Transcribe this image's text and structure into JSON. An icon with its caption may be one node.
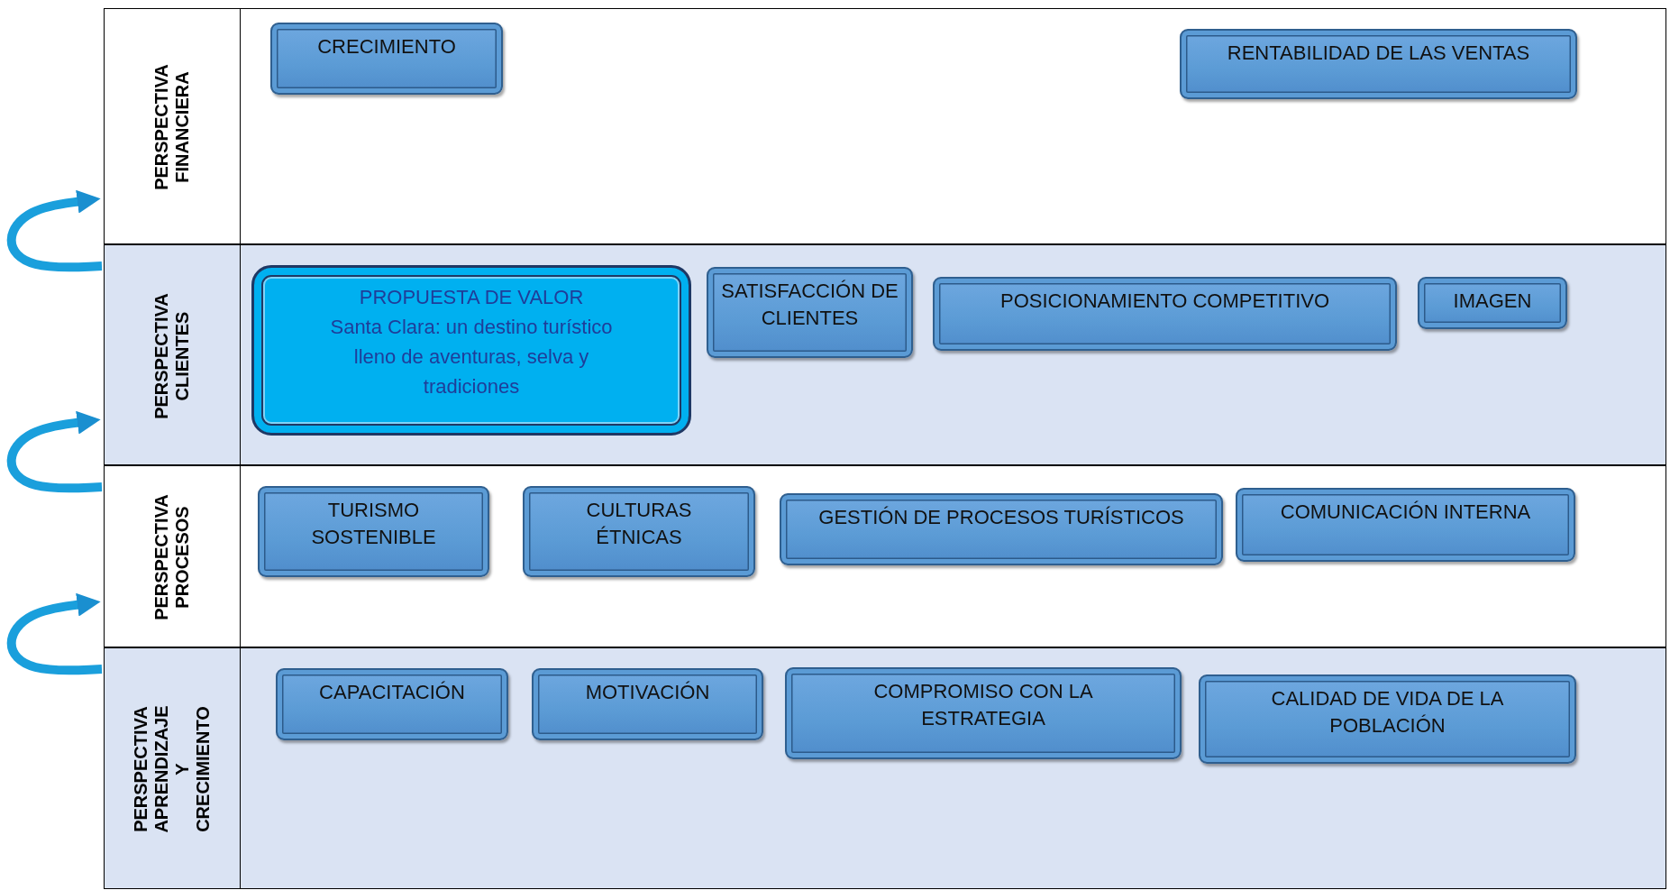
{
  "diagram": {
    "nodes": [
      {
        "text": [
          "PERSPECTIVA FINANCIERA"
        ]
      },
      {
        "text": [
          "CRECIMIENTO"
        ],
        "in": 0
      },
      {
        "text": [
          "RENTABILIDAD DE LAS VENTAS"
        ],
        "in": 0
      },
      {
        "text": [
          "PERSPECTIVA CLIENTES"
        ]
      },
      {
        "text": [
          "PROPUESTA DE VALOR",
          "Santa Clara: un destino turístico lleno de aventuras, selva y tradiciones"
        ],
        "in": 3
      },
      {
        "text": [
          "SATISFACCIÓN DE CLIENTES"
        ],
        "in": 3
      },
      {
        "text": [
          "POSICIONAMIENTO COMPETITIVO"
        ],
        "in": 3
      },
      {
        "text": [
          "IMAGEN"
        ],
        "in": 3
      },
      {
        "text": [
          "PERSPECTIVA PROCESOS"
        ]
      },
      {
        "text": [
          "TURISMO SOSTENIBLE"
        ],
        "in": 8
      },
      {
        "text": [
          "CULTURAS ÉTNICAS"
        ],
        "in": 8
      },
      {
        "text": [
          "GESTIÓN DE PROCESOS TURÍSTICOS"
        ],
        "in": 8
      },
      {
        "text": [
          "COMUNICACIÓN INTERNA"
        ],
        "in": 8
      },
      {
        "text": [
          "PERSPECTIVA APRENDIZAJE Y CRECIMIENTO"
        ]
      },
      {
        "text": [
          "CAPACITACIÓN"
        ],
        "in": 13
      },
      {
        "text": [
          "MOTIVACIÓN"
        ],
        "in": 13
      },
      {
        "text": [
          "COMPROMISO CON LA ESTRATEGIA"
        ],
        "in": 13
      },
      {
        "text": [
          "CALIDAD DE VIDA DE LA POBLACIÓN"
        ],
        "in": 13
      }
    ],
    "edges": [
      {
        "from": 3,
        "to": 0,
        "arrow": "to"
      },
      {
        "from": 8,
        "to": 3,
        "arrow": "to"
      },
      {
        "from": 13,
        "to": 8,
        "arrow": "to"
      }
    ]
  }
}
